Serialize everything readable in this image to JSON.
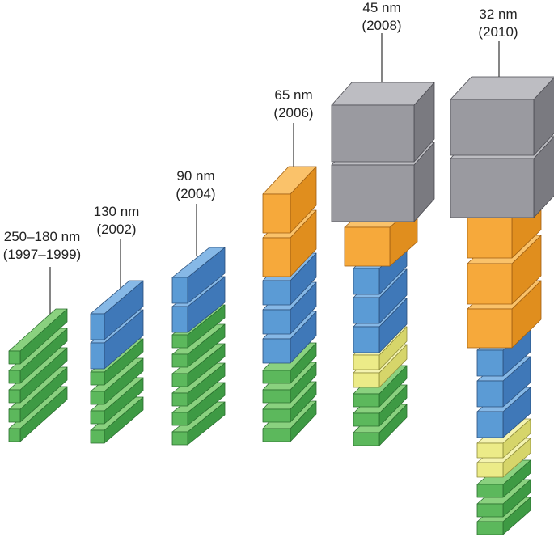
{
  "colors": {
    "green": {
      "front": "#5cb85c",
      "top": "#8ad17f",
      "side": "#3e9a44",
      "edge": "#2a6f2e"
    },
    "yellow": {
      "front": "#eceb88",
      "top": "#f4f3b0",
      "side": "#d6d56a",
      "edge": "#8d8b3a"
    },
    "blue": {
      "front": "#5b9bd5",
      "top": "#86b8e6",
      "side": "#3f78b8",
      "edge": "#2b4f7a"
    },
    "orange": {
      "front": "#f6a93b",
      "top": "#fac26a",
      "side": "#e08e1e",
      "edge": "#9e5e12"
    },
    "gray": {
      "front": "#9a9aa0",
      "top": "#bdbdc2",
      "side": "#7a7a80",
      "edge": "#4a4a50"
    }
  },
  "nodes": [
    {
      "name": "250nm",
      "label_size": "250–180 nm",
      "label_year": "(1997–1999)"
    },
    {
      "name": "130nm",
      "label_size": "130 nm",
      "label_year": "(2002)"
    },
    {
      "name": "90nm",
      "label_size": "90 nm",
      "label_year": "(2004)"
    },
    {
      "name": "65nm",
      "label_size": "65 nm",
      "label_year": "(2006)"
    },
    {
      "name": "45nm",
      "label_size": "45 nm",
      "label_year": "(2008)"
    },
    {
      "name": "32nm",
      "label_size": "32 nm",
      "label_year": "(2010)"
    }
  ]
}
